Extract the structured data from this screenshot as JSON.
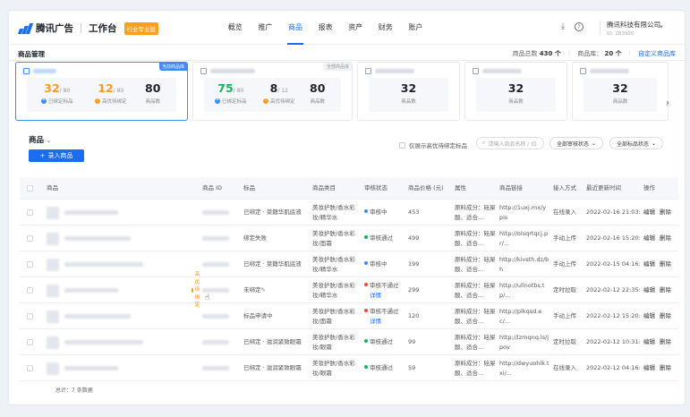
{
  "header": {
    "brand": "腾讯广告",
    "workspace": "工作台",
    "badge": "行业专业版",
    "nav": [
      "概览",
      "推广",
      "商品",
      "报表",
      "资产",
      "财务",
      "账户"
    ],
    "active_nav": "商品",
    "company_name": "腾讯科技有限公司",
    "company_id": "ID: 283920"
  },
  "subheader": {
    "title": "商品管理",
    "total_label": "商品总数",
    "total_value": "430 个",
    "lib_label": "商品库",
    "lib_value": "20 个",
    "custom_link": "自定义商品库"
  },
  "cards": [
    {
      "corner": "当前商品库",
      "stats": [
        {
          "num": "32",
          "den": "/ 80",
          "label": "已绑定标品",
          "color": "#ff9a1f",
          "dot": "#3b8cff"
        },
        {
          "num": "12",
          "den": "/ 80",
          "label": "高优待绑定",
          "color": "#ff9a1f",
          "dot": "#ff9a1f"
        },
        {
          "num": "80",
          "den": "",
          "label": "商品数",
          "color": "#1d2129",
          "dot": ""
        }
      ]
    },
    {
      "corner": "全部商品库",
      "stats": [
        {
          "num": "75",
          "den": "/ 80",
          "label": "已绑定标品",
          "color": "#19b35b",
          "dot": "#3b8cff"
        },
        {
          "num": "8",
          "den": "/ 12",
          "label": "高优待绑定",
          "color": "#1d2129",
          "dot": "#ff9a1f"
        },
        {
          "num": "80",
          "den": "",
          "label": "商品数",
          "color": "#1d2129",
          "dot": ""
        }
      ]
    },
    {
      "stats": [
        {
          "num": "32",
          "label": "商品数"
        }
      ]
    },
    {
      "stats": [
        {
          "num": "32",
          "label": "商品数"
        }
      ]
    },
    {
      "stats": [
        {
          "num": "32",
          "label": "商品数"
        }
      ]
    }
  ],
  "toolbar": {
    "title": "商品",
    "add_button": "录入商品",
    "checkbox_label": "仅展示高优待绑定标品",
    "search_placeholder": "请输入商品名称 / ID",
    "review_filter": "全部审核状态",
    "product_filter": "全部标品状态"
  },
  "table": {
    "columns": [
      "商品",
      "商品 ID",
      "标品",
      "商品类目",
      "审核状态",
      "商品价格 (元)",
      "属性",
      "商品链接",
      "接入方式",
      "最近更新时间",
      "操作"
    ],
    "rows": [
      {
        "standard": "已绑定 · 菜籍华肌底液",
        "category": "美妆护肤/香水彩妆/精华水",
        "status": "审核中",
        "status_color": "#3b8cff",
        "status_link": "",
        "price": "453",
        "attr": "原料成分：硅屎酸、适合...",
        "url": "http://1uxj.mx/ypis",
        "access": "在线录入",
        "time": "2022-02-16 21:03:",
        "edit": "编辑",
        "del": "删除",
        "hot": ""
      },
      {
        "standard": "绑定失败",
        "category": "美妆护肤/香水彩妆/面霜",
        "status": "审核通过",
        "status_color": "#19b35b",
        "status_link": "",
        "price": "499",
        "attr": "原料成分：硅屎酸、适合...",
        "url": "http://olsqrtqcj.pr/...",
        "access": "手动上传",
        "time": "2022-02-16 15:20:",
        "edit": "编辑",
        "del": "删除",
        "hot": ""
      },
      {
        "standard": "已绑定 · 菜籍华肌底液",
        "category": "美妆护肤/香水彩妆/精华水",
        "status": "审核中",
        "status_color": "#3b8cff",
        "status_link": "",
        "price": "199",
        "attr": "原料成分：硅屎酸、适合...",
        "url": "http://kivsth.dz/bh",
        "access": "手动上传",
        "time": "2022-02-15 04:16:",
        "edit": "编辑",
        "del": "删除",
        "hot": ""
      },
      {
        "standard": "未绑定",
        "category": "美妆护肤/香水彩妆/精华水",
        "status": "审核不通过",
        "status_color": "#f5483b",
        "status_link": "详情",
        "price": "299",
        "attr": "原料成分：硅屎酸、适合...",
        "url": "http://ullnotbs.tp/...",
        "access": "定时拉取",
        "time": "2022-02-12 22:35:",
        "edit": "编辑",
        "del": "删除",
        "hot": "高优待绑定"
      },
      {
        "standard": "标品申请中",
        "category": "美妆护肤/香水彩妆/面霜",
        "status": "审核不通过",
        "status_color": "#f5483b",
        "status_link": "详情",
        "price": "120",
        "attr": "原料成分：硅屎酸、适合...",
        "url": "http://plkqsd.ec/...",
        "access": "手动上传",
        "time": "2022-02-12 15:20:",
        "edit": "编辑",
        "del": "删除",
        "hot": ""
      },
      {
        "standard": "已绑定 · 滋润紧致眼霜",
        "category": "美妆护肤/香水彩妆/眼霜",
        "status": "审核通过",
        "status_color": "#19b35b",
        "status_link": "",
        "price": "99",
        "attr": "原料成分：硅屎酸、适合...",
        "url": "http://lzmqnq.ls/jpov",
        "access": "定时拉取",
        "time": "2022-02-12 10:31:",
        "edit": "编辑",
        "del": "删除",
        "hot": ""
      },
      {
        "standard": "已绑定 · 滋润紧致眼霜",
        "category": "美妆护肤/香水彩妆/眼霜",
        "status": "审核通过",
        "status_color": "#19b35b",
        "status_link": "",
        "price": "59",
        "attr": "原料成分：硅屎酸、适合...",
        "url": "http://dwyuohlk.txi/...",
        "access": "在线录入",
        "time": "2022-02-12 04:16:",
        "edit": "编辑",
        "del": "删除",
        "hot": ""
      }
    ],
    "footer": "总计：7 条数据"
  }
}
